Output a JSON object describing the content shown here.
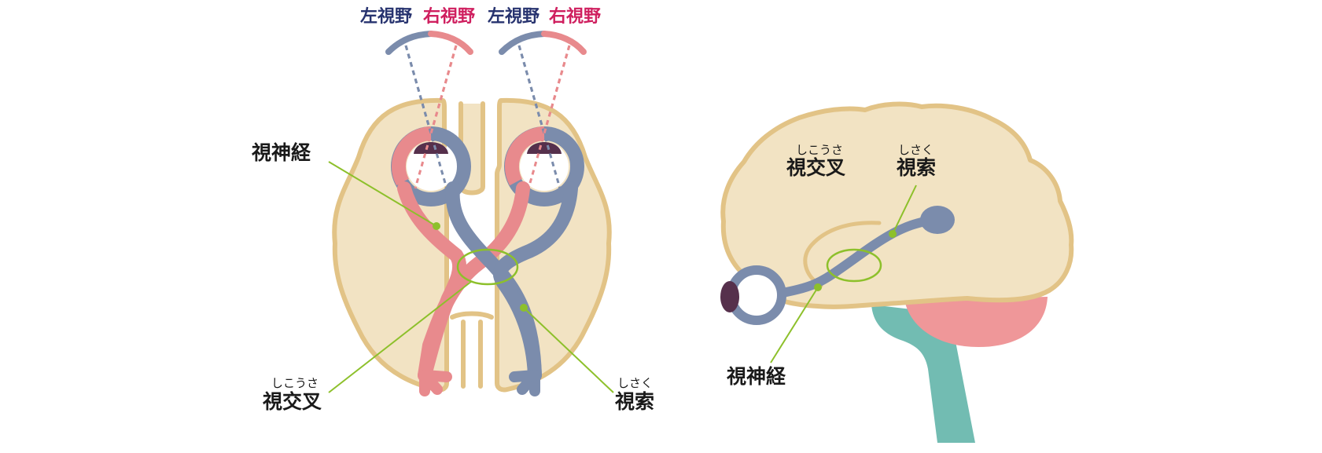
{
  "visual_fields": {
    "left": "左視野",
    "right": "右視野"
  },
  "labels": {
    "optic_nerve": "視神経",
    "optic_chiasm": "視交叉",
    "optic_chiasm_ruby": "しこうさ",
    "optic_tract": "視索",
    "optic_tract_ruby": "しさく"
  },
  "colors": {
    "brain_fill": "#f2e3c3",
    "brain_outline": "#e2c386",
    "left_path": "#7b8cac",
    "right_path": "#e88a8d",
    "eye_pupil": "#56304c",
    "leader_line": "#8dc02b",
    "cerebellum": "#ef9799",
    "brainstem": "#72bcb2",
    "label_left_field": "#27336f",
    "label_right_field": "#cf1f5f"
  }
}
